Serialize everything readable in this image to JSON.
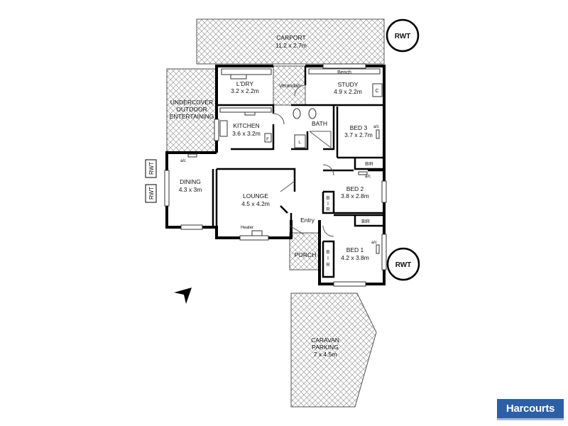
{
  "spaces": {
    "carport": {
      "name": "CARPORT",
      "size": "11.2 x 2.7m"
    },
    "undercover": {
      "line1": "UNDERCOVER",
      "line2": "OUTDOOR",
      "line3": "ENTERTAINING"
    },
    "laundry": {
      "name": "L'DRY",
      "size": "3.2 x 2.2m"
    },
    "verandah": {
      "name": "Verandah"
    },
    "study": {
      "name": "STUDY",
      "size": "4.9 x 2.2m",
      "bench": "Bench",
      "cupboard": "C"
    },
    "kitchen": {
      "name": "KITCHEN",
      "size": "3.6 x 3.2m",
      "fridge": "F"
    },
    "bath": {
      "name": "BATH",
      "linen": "L"
    },
    "bed3": {
      "name": "BED 3",
      "size": "3.7 x 2.7m",
      "ac": "a/c",
      "bir": "BIR"
    },
    "dining": {
      "name": "DINING",
      "size": "4.3 x 3m",
      "ac": "a/c"
    },
    "lounge": {
      "name": "LOUNGE",
      "size": "4.5 x 4.2m",
      "heater": "Heater"
    },
    "bed2": {
      "name": "BED 2",
      "size": "3.8 x 2.8m",
      "ac": "a/c",
      "bir_vertical": [
        "B",
        "I",
        "R"
      ]
    },
    "entry": {
      "name": "Entry"
    },
    "bed1": {
      "name": "BED 1",
      "size": "4.2 x 3.8m",
      "ac": "a/c",
      "bir": "BIR",
      "bir_vertical": [
        "B",
        "I",
        "R"
      ]
    },
    "porch": {
      "name": "PORCH"
    },
    "caravan": {
      "line1": "CARAVAN",
      "line2": "PARKING",
      "size": "7 x 4.5m"
    }
  },
  "tanks": {
    "label": "RWT"
  },
  "logo": {
    "text": "Harcourts"
  },
  "colors": {
    "wall": "#000000",
    "hatch": "#777777",
    "logo_bg": "#2b5fa8"
  }
}
